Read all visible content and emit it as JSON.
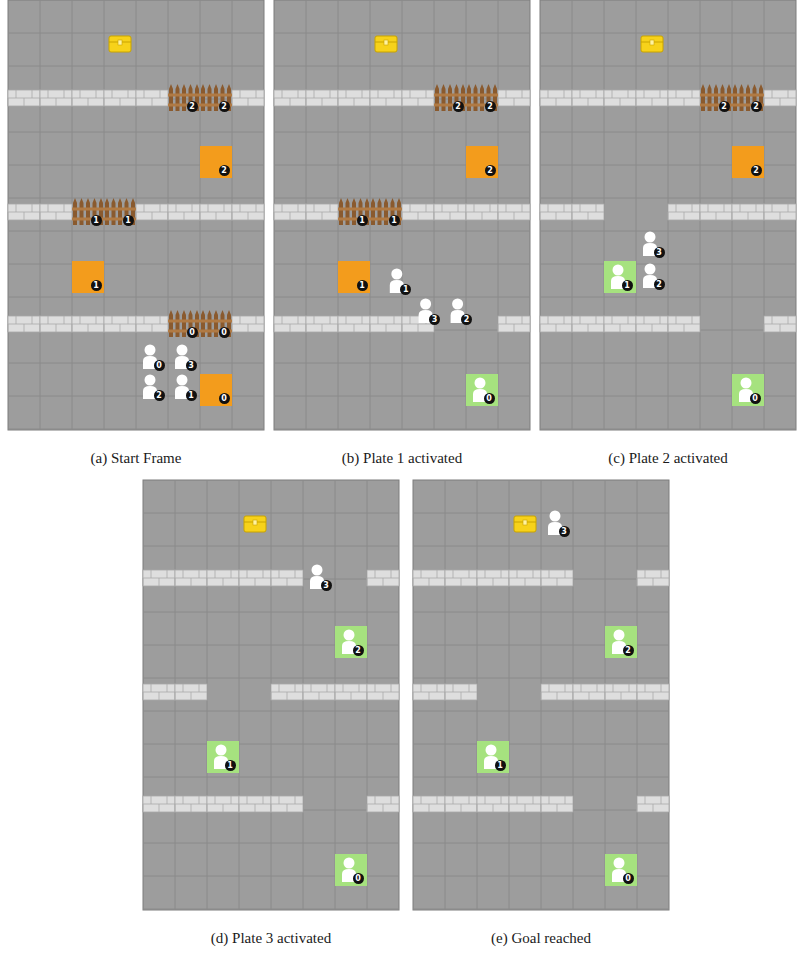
{
  "diagram": {
    "labels": [
      "2",
      "2",
      "2",
      "1",
      "1",
      "1",
      "0",
      "0",
      "0",
      "3",
      "2",
      "1",
      "0",
      "(a) Start Frame",
      "2",
      "2",
      "2",
      "1",
      "1",
      "1",
      "1",
      "3",
      "2",
      "0",
      "(b) Plate 1 activated",
      "2",
      "2",
      "2",
      "1",
      "3",
      "2",
      "0",
      "(c) Plate 2 activated",
      "3",
      "2",
      "1",
      "0",
      "(d) Plate 3 activated",
      "3",
      "2",
      "1",
      "0",
      "(e) Goal reached"
    ]
  }
}
